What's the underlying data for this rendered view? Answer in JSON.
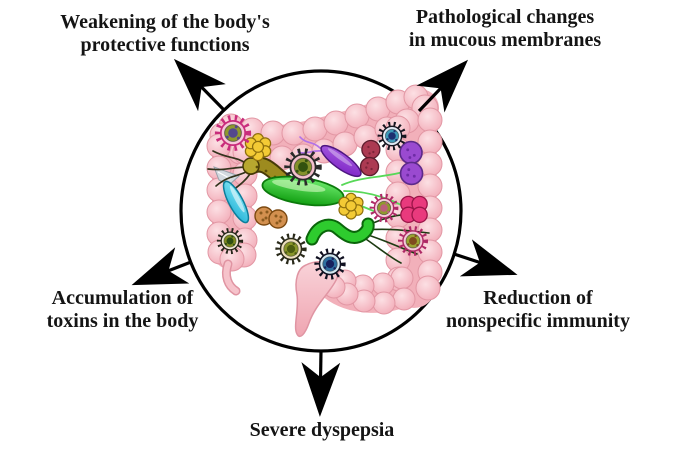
{
  "figure": {
    "type": "radial-effects-diagram",
    "subject": "Large intestine with pathogenic microflora (dysbiosis) and its consequences"
  },
  "labels": {
    "top_left": {
      "line1": "Weakening of the body's",
      "line2": "protective functions"
    },
    "top_right": {
      "line1": "Pathological changes",
      "line2": "in mucous membranes"
    },
    "left": {
      "line1": "Accumulation of",
      "line2": "toxins in the body"
    },
    "right": {
      "line1": "Reduction of",
      "line2": "nonspecific immunity"
    },
    "bottom": {
      "line1": "Severe dyspepsia"
    }
  },
  "colors": {
    "background": "#ffffff",
    "text": "#141414",
    "arrow": "#000000",
    "circle_outline": "#000000",
    "intestine_pink": "#f3aeb9",
    "intestine_edge": "#e297a4"
  },
  "illustration": {
    "icons": [
      "virus-icon",
      "staphylococcus-cluster-icon",
      "diplococcus-icon",
      "tetracoccus-icon",
      "bacillus-rod-icon",
      "e-coli-icon",
      "helicobacter-icon",
      "flagellated-bacterium-icon",
      "large-intestine-icon"
    ]
  }
}
